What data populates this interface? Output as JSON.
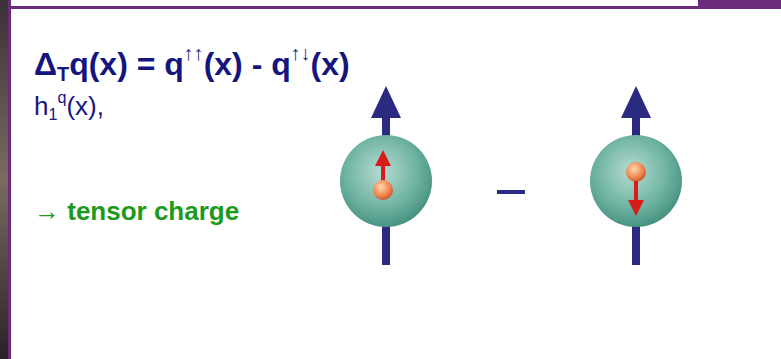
{
  "diagram": {
    "labels": [
      "Δ",
      "T",
      "q(x) = q",
      "↑↑",
      "(x) - q",
      "↑↓",
      "(x)",
      "h",
      "1",
      "q",
      "(x),",
      "→ tensor charge"
    ]
  }
}
